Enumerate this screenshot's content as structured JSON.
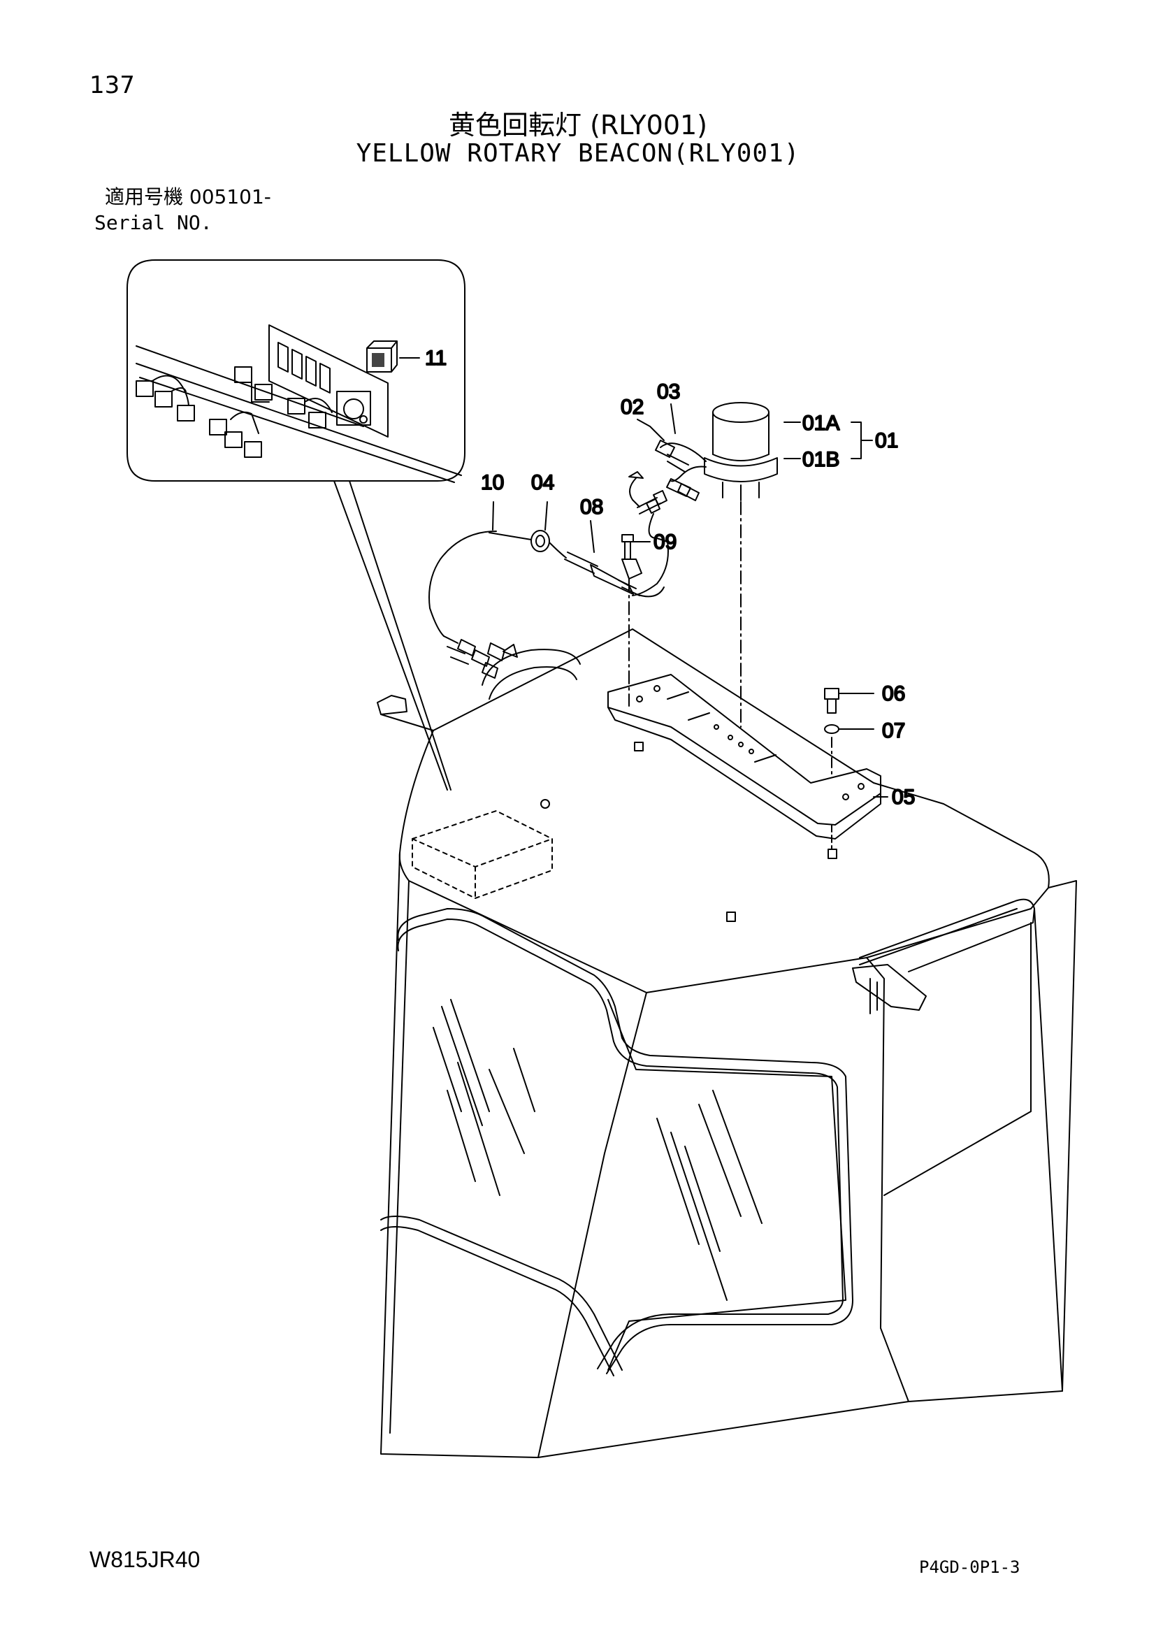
{
  "page_number": "137",
  "title_jp": "黄色回転灯 (RLY001)",
  "title_en": "YELLOW ROTARY BEACON(RLY001)",
  "serial_label_jp": "適用号機 005101-",
  "serial_label_en": "Serial NO.",
  "model_code": "W815JR40",
  "page_code": "P4GD-0P1-3",
  "callouts": {
    "c01": "01",
    "c01A": "01A",
    "c01B": "01B",
    "c02": "02",
    "c03": "03",
    "c04": "04",
    "c05": "05",
    "c06": "06",
    "c07": "07",
    "c08": "08",
    "c09": "09",
    "c10": "10",
    "c11": "11"
  }
}
